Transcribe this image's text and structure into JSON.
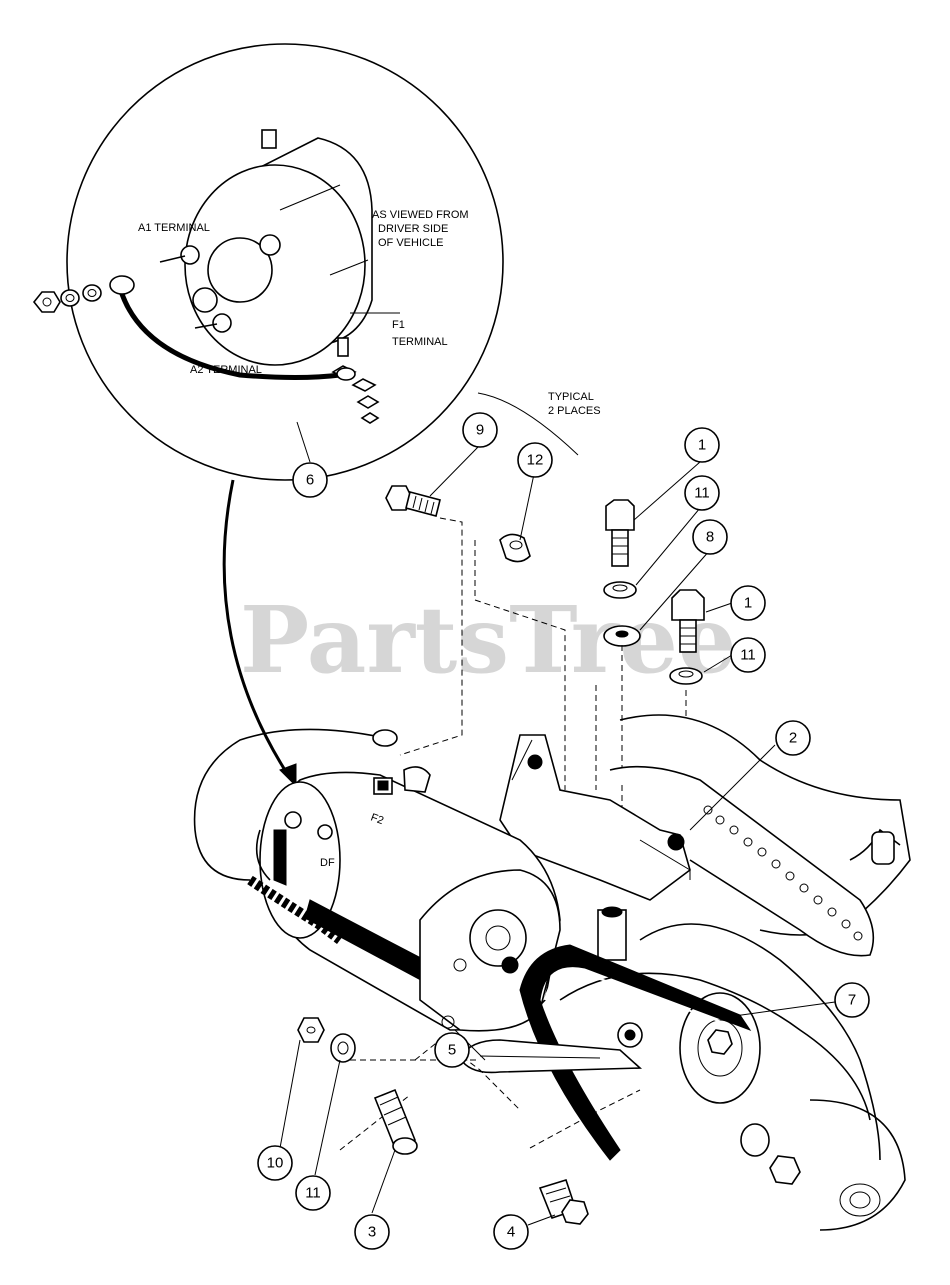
{
  "diagram": {
    "watermark": "PartsTree",
    "inset_labels": {
      "a1": "A1 TERMINAL",
      "a2": "A2 TERMINAL",
      "f1_line1": "F1",
      "f1_line2": "TERMINAL",
      "view_line1": "AS VIEWED FROM",
      "view_line2": "DRIVER SIDE",
      "view_line3": "OF VEHICLE"
    },
    "typical_line1": "TYPICAL",
    "typical_line2": "2 PLACES",
    "df_label": "DF",
    "callouts": [
      "1",
      "1",
      "2",
      "3",
      "4",
      "5",
      "6",
      "7",
      "8",
      "9",
      "10",
      "11",
      "11",
      "11",
      "12"
    ]
  }
}
